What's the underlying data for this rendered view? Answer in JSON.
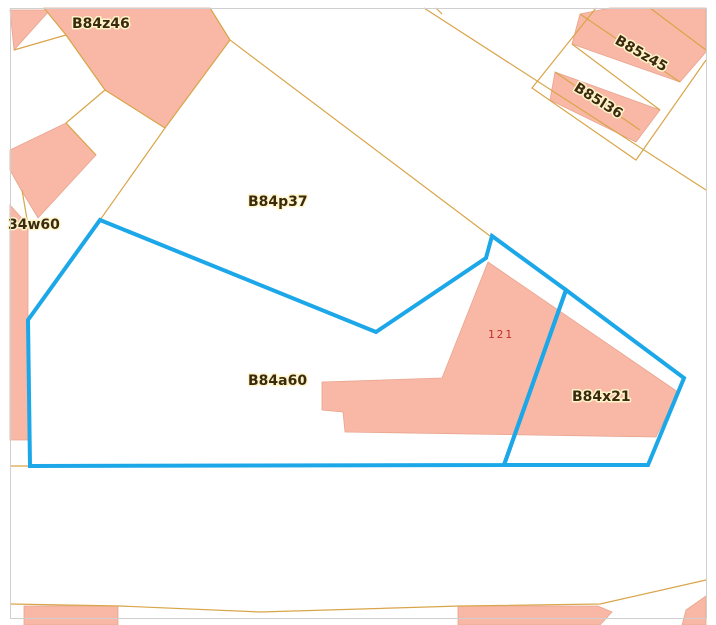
{
  "map": {
    "colors": {
      "background": "#ffffff",
      "building_fill": "#f8b8a5",
      "parcel_border": "#d9a54a",
      "selection_outline": "#1ba7e8",
      "frame_border": "#cfcfcf"
    },
    "parcel_labels": {
      "b84z46": "B84z46",
      "b85z45": "B85z45",
      "b85l36": "B85l36",
      "b84w60": "34w60",
      "b84p37": "B84p37",
      "b84a60": "B84a60",
      "b84x21": "B84x21"
    },
    "building_number": "121"
  }
}
